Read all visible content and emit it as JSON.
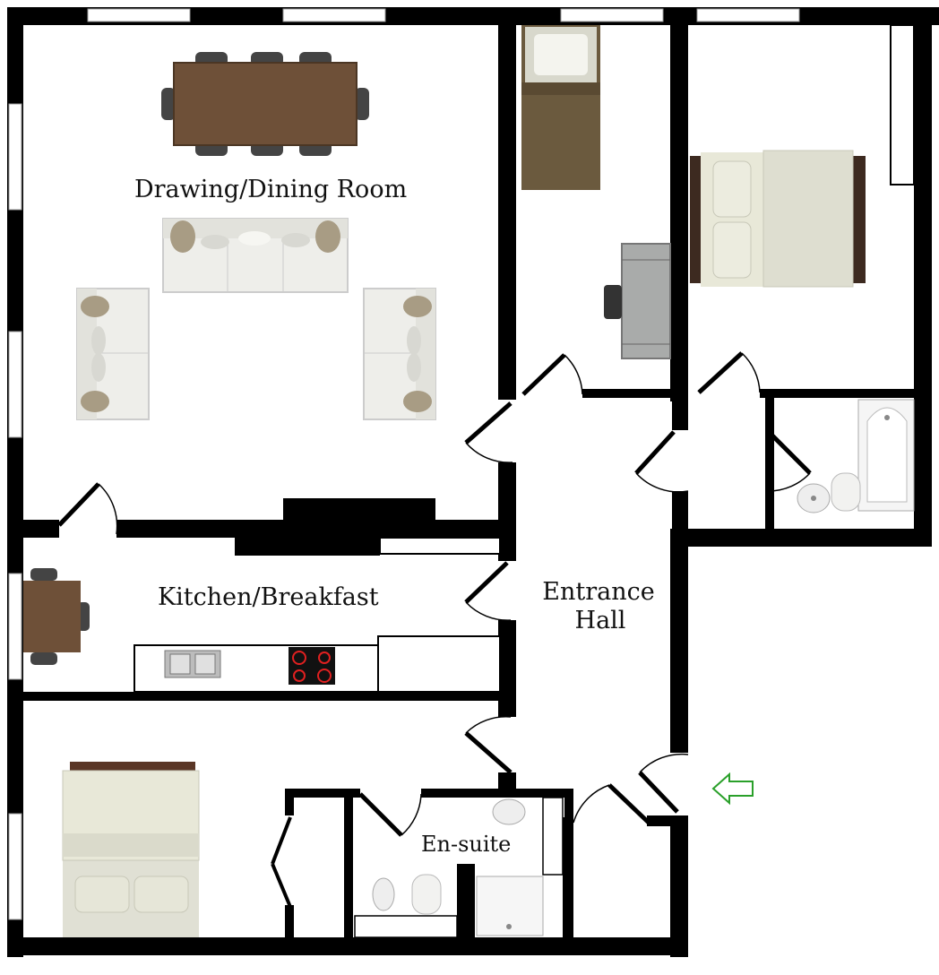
{
  "rooms": {
    "drawing_dining": "Drawing/Dining Room",
    "kitchen": "Kitchen/Breakfast",
    "entrance_line1": "Entrance",
    "entrance_line2": "Hall",
    "ensuite": "En-suite"
  },
  "colors": {
    "wall": "#000000",
    "floor": "#ffffff",
    "wood": "#6e5038",
    "bed_linen": "#e8e8d8",
    "bed_brown": "#6b5a3e",
    "sofa": "#eeeeea",
    "cushion": "#a89c84",
    "entry_arrow": "#2aa02a",
    "window_frame": "#bbbbbb"
  },
  "icons": [
    "entry-arrow-icon",
    "sink-icon",
    "hob-icon",
    "toilet-icon",
    "bath-icon",
    "shower-tray-icon",
    "chair-icon"
  ]
}
